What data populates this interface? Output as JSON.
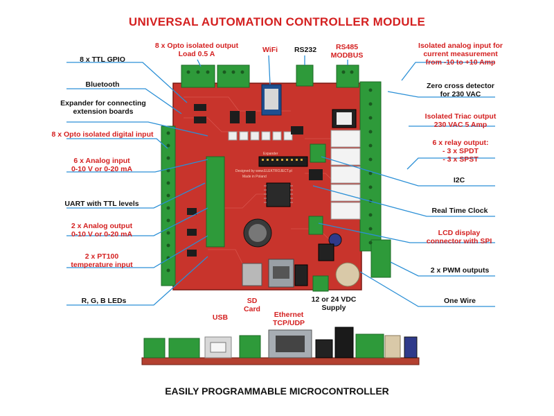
{
  "title": "UNIVERSAL AUTOMATION CONTROLLER MODULE",
  "footer": "EASILY PROGRAMMABLE MICROCONTROLLER",
  "colors": {
    "label_red": "#d42020",
    "label_black": "#111111",
    "leader_line": "#2a8fd6",
    "pcb_red": "#c8342c",
    "terminal_green": "#2e9a3a"
  },
  "board_text": {
    "designer": "Designed by www.ELEKTROJECT.pl",
    "made_in": "Made in Poland",
    "expander": "Expander"
  },
  "labels": {
    "top_opto_out": "8 x Opto isolated output\nLoad 0.5 A",
    "top_wifi": "WiFi",
    "top_rs232": "RS232",
    "top_rs485": "RS485\nMODBUS",
    "ttl_gpio": "8 x TTL GPIO",
    "bluetooth": "Bluetooth",
    "expander": "Expander for connecting\nextension boards",
    "opto_in": "8 x Opto isolated digital input",
    "analog_in": "6 x Analog input\n0-10 V or 0-20 mA",
    "uart": "UART with TTL levels",
    "analog_out": "2 x Analog output\n0-10 V or 0-20 mA",
    "pt100": "2 x PT100\ntemperature input",
    "rgb_leds": "R, G, B LEDs",
    "sd_card": "SD\nCard",
    "usb": "USB",
    "ethernet": "Ethernet\nTCP/UDP",
    "supply": "12 or 24 VDC\nSupply",
    "analog_current": "Isolated analog input for\ncurrent measurement\nfrom -10 to +10 Amp",
    "zero_cross": "Zero cross detector\nfor 230 VAC",
    "triac": "Isolated Triac output\n230 VAC 5 Amp",
    "relays": "6 x relay output:\n- 3 x SPDT\n- 3 x SPST",
    "i2c": "I2C",
    "rtc": "Real Time Clock",
    "lcd": "LCD display\nconnector with SPI",
    "pwm": "2 x PWM outputs",
    "one_wire": "One Wire"
  }
}
